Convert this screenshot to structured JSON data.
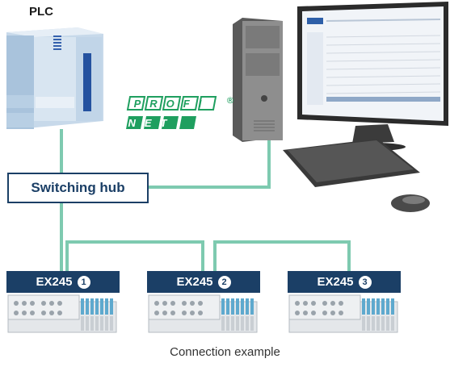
{
  "plc": {
    "label": "PLC"
  },
  "hub": {
    "label": "Switching hub"
  },
  "network": {
    "logo_top": "PROFI",
    "logo_bottom": "NET",
    "registered": "®"
  },
  "modules": [
    {
      "name": "EX245",
      "number": "1"
    },
    {
      "name": "EX245",
      "number": "2"
    },
    {
      "name": "EX245",
      "number": "3"
    }
  ],
  "caption": "Connection example",
  "colors": {
    "cable": "#7ecab0",
    "navy": "#1b3f66",
    "profinet_green": "#1f9f5f"
  }
}
